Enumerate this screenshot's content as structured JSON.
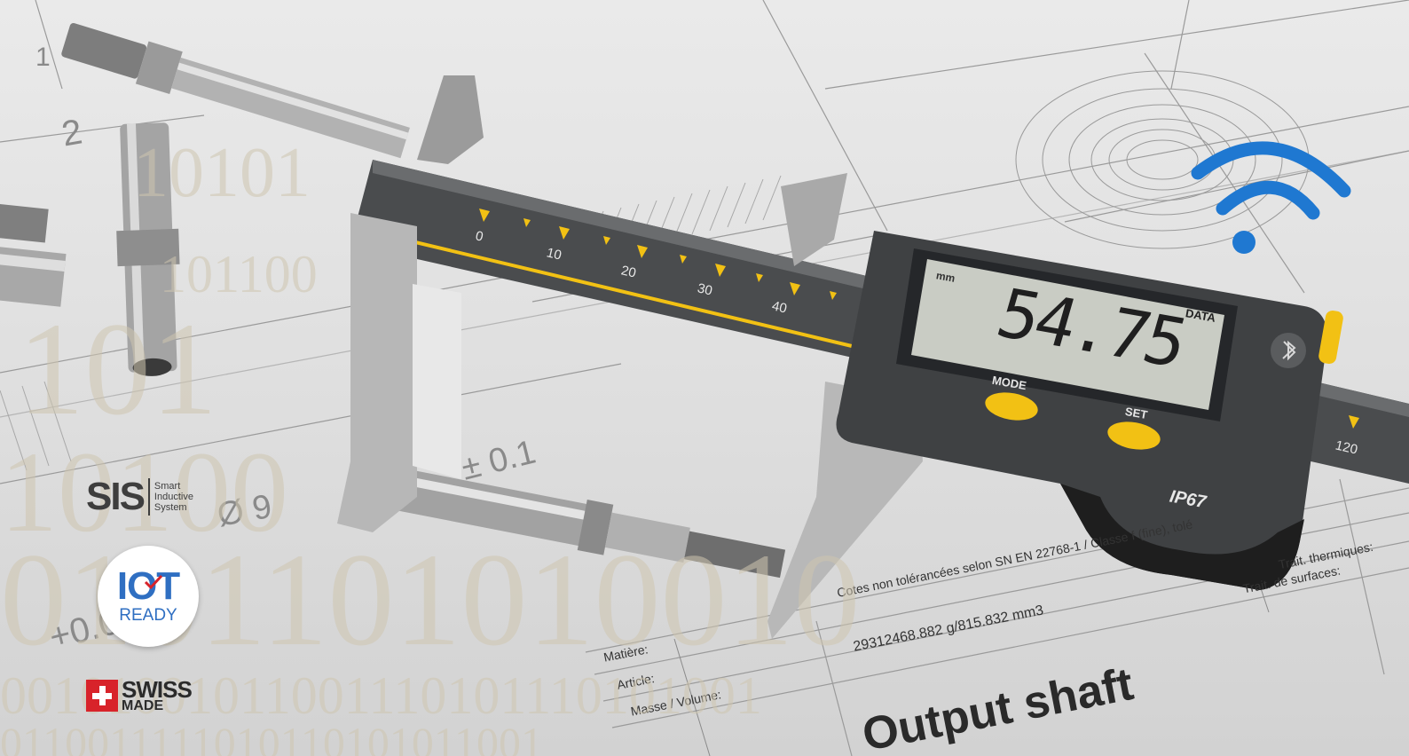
{
  "drawing": {
    "dimension_labels": [
      "1",
      "2",
      "Ø 9",
      "± 0.1",
      "+0.05"
    ],
    "title_block": {
      "matiere_label": "Matière:",
      "article_label": "Article:",
      "masse_label": "Masse / Volume:",
      "masse_value": "29312468.882 g/815.832 mm3",
      "tolerance_note": "Cotes non tolérancées selon SN EN 22768-1 / Classe f (fine), tolé",
      "traitement_thermique": "Trait. thermiques:",
      "traitement_surface": "Trait. de surfaces:",
      "title": "Output shaft"
    }
  },
  "binary_text": [
    "10101",
    "101100",
    "101",
    "10100",
    "0101101010010",
    "00101001011001110101110101001",
    "0110011111010110101011001"
  ],
  "caliper": {
    "scale_labels": [
      "0",
      "10",
      "20",
      "30",
      "40",
      "120"
    ],
    "display_unit": "mm",
    "display_value": "54.75",
    "data_label": "DATA",
    "mode_button": "MODE",
    "set_button": "SET",
    "ip_rating": "IP67",
    "bluetooth_icon": "bluetooth-icon"
  },
  "badges": {
    "sis": {
      "big": "SIS",
      "small": [
        "Smart",
        "Inductive",
        "System"
      ]
    },
    "iot": {
      "line1": "IOT",
      "line2": "READY"
    },
    "swiss": {
      "line1": "SWISS",
      "line2": "MADE"
    }
  },
  "colors": {
    "accent_yellow": "#f2c114",
    "wifi_blue": "#1f78d1",
    "caliper_body": "#4a4c4e",
    "lcd": "#c9ccc4",
    "swiss_red": "#d8232a"
  },
  "icons": [
    "wifi-icon",
    "bluetooth-icon",
    "iot-check-icon"
  ]
}
